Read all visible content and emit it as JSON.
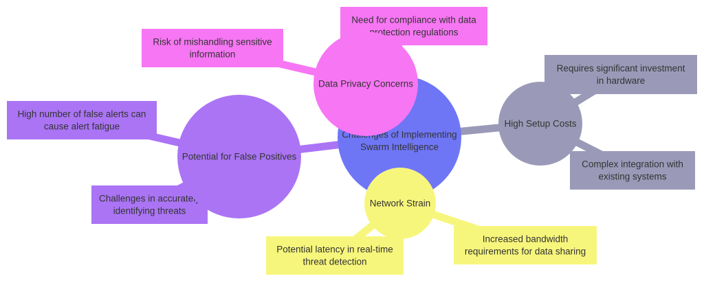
{
  "center": {
    "lines": [
      "Challenges of Implementing",
      "Swarm Intelligence"
    ],
    "color": "#6f76f6"
  },
  "branches": [
    {
      "key": "privacy",
      "lines": [
        "Data Privacy Concerns"
      ],
      "color": "#f776f4",
      "leaves": [
        {
          "lines": [
            "Need for compliance with data",
            "protection regulations"
          ]
        },
        {
          "lines": [
            "Risk of mishandling sensitive",
            "information"
          ]
        }
      ]
    },
    {
      "key": "costs",
      "lines": [
        "High Setup Costs"
      ],
      "color": "#9a9ab8",
      "leaves": [
        {
          "lines": [
            "Requires significant investment",
            "in hardware"
          ]
        },
        {
          "lines": [
            "Complex integration with",
            "existing systems"
          ]
        }
      ]
    },
    {
      "key": "false-positives",
      "lines": [
        "Potential for False Positives"
      ],
      "color": "#ab74f5",
      "leaves": [
        {
          "lines": [
            "High number of false alerts can",
            "cause alert fatigue"
          ]
        },
        {
          "lines": [
            "Challenges in accurately",
            "identifying threats"
          ]
        }
      ]
    },
    {
      "key": "network",
      "lines": [
        "Network Strain"
      ],
      "color": "#f7f67c",
      "leaves": [
        {
          "lines": [
            "Potential latency in real-time",
            "threat detection"
          ]
        },
        {
          "lines": [
            "Increased bandwidth",
            "requirements for data sharing"
          ]
        }
      ]
    }
  ]
}
